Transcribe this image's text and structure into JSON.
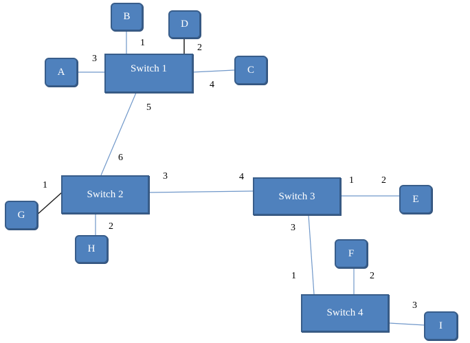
{
  "colors": {
    "node_fill": "#4f81bd",
    "node_border": "#385d8a",
    "link": "#6f97c9",
    "link_dark": "#1f1f1f",
    "label": "#000000"
  },
  "switches": {
    "s1": "Switch 1",
    "s2": "Switch 2",
    "s3": "Switch 3",
    "s4": "Switch 4"
  },
  "hosts": {
    "a": "A",
    "b": "B",
    "c": "C",
    "d": "D",
    "e": "E",
    "f": "F",
    "g": "G",
    "h": "H",
    "i": "I"
  },
  "ports": {
    "s1_b": "1",
    "s1_d": "2",
    "s1_a": "3",
    "s1_c": "4",
    "s1_s2": "5",
    "s2_s1": "6",
    "s2_g": "1",
    "s2_h": "2",
    "s2_s3": "3",
    "s3_s2": "4",
    "s3_e1": "1",
    "s3_e2": "2",
    "s3_s4": "3",
    "s4_s3": "1",
    "s4_f": "2",
    "s4_i": "3"
  }
}
